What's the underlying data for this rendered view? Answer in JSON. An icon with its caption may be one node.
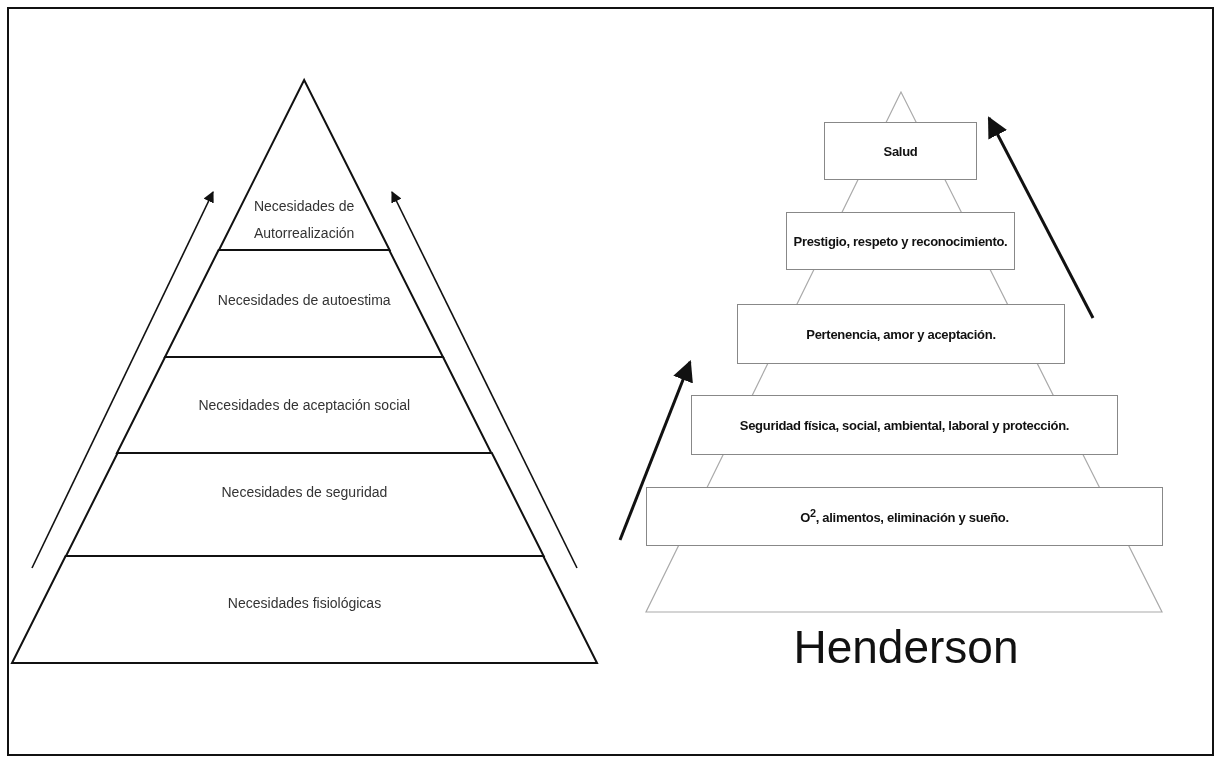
{
  "diagram": {
    "nodes": [
      {
        "text": [
          "Necesidades de Autorrealización"
        ]
      },
      {
        "text": [
          "Necesidades de autoestima"
        ]
      },
      {
        "text": [
          "Necesidades de aceptación social"
        ]
      },
      {
        "text": [
          "Necesidades de seguridad"
        ]
      },
      {
        "text": [
          "Necesidades  fisiológicas"
        ]
      },
      {
        "text": [
          "Salud"
        ]
      },
      {
        "text": [
          "Prestigio, respeto y reconocimiento."
        ]
      },
      {
        "text": [
          "Pertenencia, amor y aceptación."
        ]
      },
      {
        "text": [
          "Seguridad física, social, ambiental, laboral y protección."
        ]
      },
      {
        "text": [
          "O$^{2}$, alimentos, eliminación y sueño."
        ]
      }
    ],
    "labels": [
      "Henderson"
    ]
  }
}
